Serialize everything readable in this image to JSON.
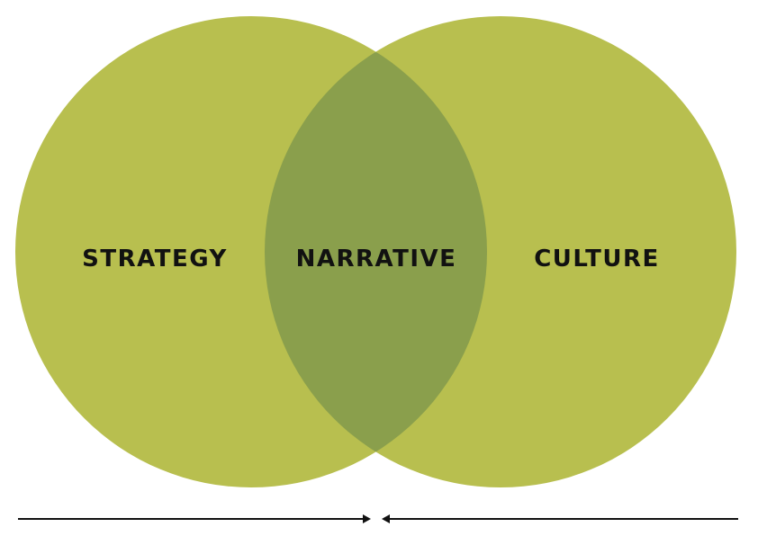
{
  "venn": {
    "left_label": "STRATEGY",
    "center_label": "NARRATIVE",
    "right_label": "CULTURE"
  },
  "colors": {
    "circle_fill": "#b8bf4f",
    "overlap_fill": "#8a9f4c",
    "label_text": "#111111",
    "arrow_line": "#111111",
    "background": "#ffffff"
  }
}
